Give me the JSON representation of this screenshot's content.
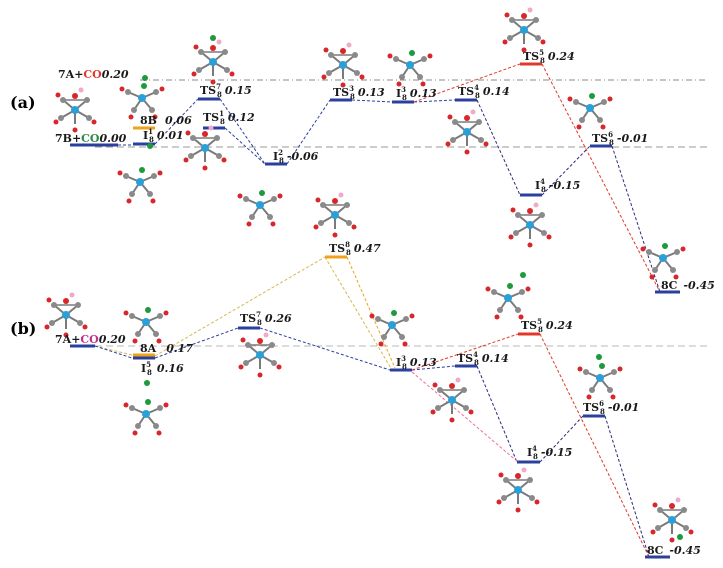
{
  "panels": {
    "a": "(a)",
    "b": "(b)"
  },
  "colors": {
    "blue": "#2b3f9e",
    "orange": "#f0a21a",
    "red": "#e0392a",
    "navy": "#2a2a7a",
    "gray": "#9a9a9a",
    "pink": "#ef6fa0",
    "yellow": "#d8b84a"
  },
  "a_labels": {
    "r7A_pre": "7A+",
    "r7A_co": "CO",
    "r7A_val": "0.20",
    "r7B_pre": "7B+",
    "r7B_co": "CO",
    "r7B_val": "0.00",
    "s8B": "8B",
    "s8B_val": "0.06",
    "I1": "I",
    "I1_sup": "1",
    "I1_sub": "8",
    "I1_val": "0.01",
    "TS7": "TS",
    "TS7_sup": "7",
    "TS7_sub": "8",
    "TS7_val": "0.15",
    "TS1": "TS",
    "TS1_sup": "1",
    "TS1_sub": "8",
    "TS1_val": "0.12",
    "I2": "I",
    "I2_sup": "2",
    "I2_sub": "8",
    "I2_val": "-0.06",
    "TS3": "TS",
    "TS3_sup": "3",
    "TS3_sub": "8",
    "TS3_val": "0.13",
    "I3": "I",
    "I3_sup": "3",
    "I3_sub": "8",
    "I3_val": "0.13",
    "TS4": "TS",
    "TS4_sup": "4",
    "TS4_sub": "8",
    "TS4_val": "0.14",
    "TS5": "TS",
    "TS5_sup": "5",
    "TS5_sub": "8",
    "TS5_val": "0.24",
    "I4": "I",
    "I4_sup": "4",
    "I4_sub": "8",
    "I4_val": "-0.15",
    "TS6": "TS",
    "TS6_sup": "6",
    "TS6_sub": "8",
    "TS6_val": "-0.01",
    "s8C": "8C",
    "s8C_val": "-0.45"
  },
  "mid_label": {
    "TS8": "TS",
    "TS8_sup": "8",
    "TS8_sub": "8",
    "TS8_val": "0.47"
  },
  "b_labels": {
    "r7A_pre": "7A+",
    "r7A_co": "CO",
    "r7A_val": "0.20",
    "s8A": "8A",
    "s8A_val": "0.17",
    "I5": "I",
    "I5_sup": "5",
    "I5_sub": "8",
    "I5_val": "0.16",
    "TS7": "TS",
    "TS7_sup": "7",
    "TS7_sub": "8",
    "TS7_val": "0.26",
    "I3": "I",
    "I3_sup": "3",
    "I3_sub": "8",
    "I3_val": "0.13",
    "TS4": "TS",
    "TS4_sup": "4",
    "TS4_sub": "8",
    "TS4_val": "0.14",
    "TS5": "TS",
    "TS5_sup": "5",
    "TS5_sub": "8",
    "TS5_val": "0.24",
    "I4": "I",
    "I4_sup": "4",
    "I4_sub": "8",
    "I4_val": "-0.15",
    "TS6": "TS",
    "TS6_sup": "6",
    "TS6_sub": "8",
    "TS6_val": "-0.01",
    "s8C": "8C",
    "s8C_val": "-0.45"
  }
}
